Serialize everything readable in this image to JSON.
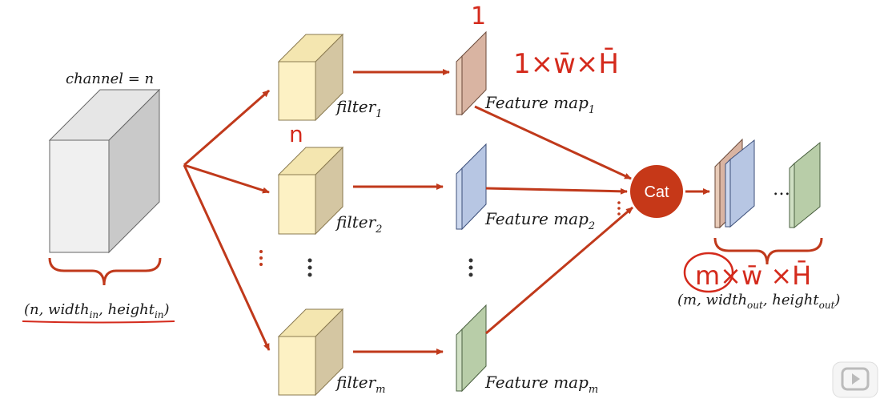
{
  "input": {
    "channel_label": "channel = n",
    "shape_main": "(n, width",
    "shape_in_1": "in",
    "shape_mid": ", height",
    "shape_in_2": "in",
    "shape_close": ")"
  },
  "filters": [
    {
      "base": "filter",
      "sub": "1"
    },
    {
      "base": "filter",
      "sub": "2"
    },
    {
      "base": "filter",
      "sub": "m"
    }
  ],
  "feature_maps": [
    {
      "base": "Feature map",
      "sub": "1",
      "color": "#d9b4a2"
    },
    {
      "base": "Feature map",
      "sub": "2",
      "color": "#b7c6e3"
    },
    {
      "base": "Feature map",
      "sub": "m",
      "color": "#b8cda8"
    }
  ],
  "cat": {
    "label": "Cat",
    "color": "#c63818"
  },
  "output": {
    "ellipsis": "…",
    "shape_main": "(m, width",
    "shape_out_1": "out",
    "shape_mid": ", height",
    "shape_out_2": "out",
    "shape_close": ")"
  },
  "annotations": {
    "one": "1",
    "one_wh": "1×w̄×H̄",
    "n": "n",
    "m_wh": "m×w̄ ×H̄"
  },
  "colors": {
    "arrow": "#c0391b",
    "annotation": "#d42a1c",
    "filter_front": "#fdf1c4",
    "filter_side": "#d4c6a2",
    "filter_top": "#f4e6b0",
    "cube_front": "#f0f0f0",
    "cube_side": "#c9c9c9",
    "cube_top": "#e6e6e6"
  }
}
